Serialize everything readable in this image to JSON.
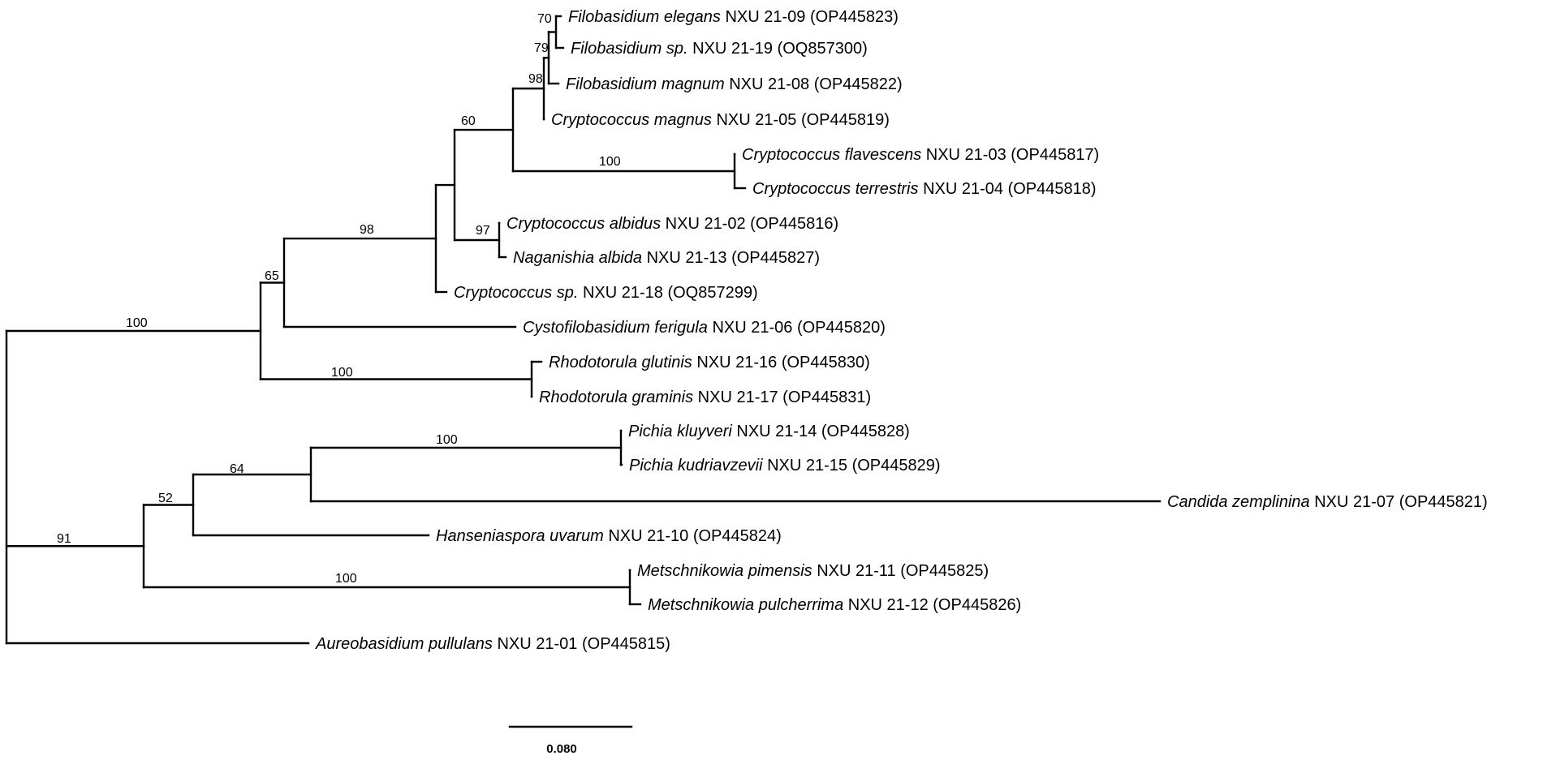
{
  "colors": {
    "line": "#000000",
    "text": "#000000",
    "background": "#ffffff"
  },
  "taxa": [
    {
      "species": "Filobasidium elegans",
      "strain": "NXU 21-09",
      "accession": "(OP445823)"
    },
    {
      "species": "Filobasidium sp.",
      "strain": "NXU 21-19",
      "accession": "(OQ857300)"
    },
    {
      "species": "Filobasidium magnum",
      "strain": "NXU 21-08",
      "accession": "(OP445822)"
    },
    {
      "species": "Cryptococcus magnus",
      "strain": "NXU 21-05",
      "accession": "(OP445819)"
    },
    {
      "species": "Cryptococcus flavescens",
      "strain": "NXU 21-03",
      "accession": "(OP445817)"
    },
    {
      "species": "Cryptococcus terrestris",
      "strain": "NXU 21-04",
      "accession": "(OP445818)"
    },
    {
      "species": "Cryptococcus albidus",
      "strain": "NXU 21-02",
      "accession": "(OP445816)"
    },
    {
      "species": "Naganishia albida",
      "strain": "NXU 21-13",
      "accession": "(OP445827)"
    },
    {
      "species": "Cryptococcus sp.",
      "strain": "NXU 21-18",
      "accession": "(OQ857299)"
    },
    {
      "species": "Cystofilobasidium ferigula",
      "strain": "NXU 21-06",
      "accession": "(OP445820)"
    },
    {
      "species": "Rhodotorula glutinis",
      "strain": "NXU 21-16",
      "accession": "(OP445830)"
    },
    {
      "species": "Rhodotorula graminis",
      "strain": "NXU 21-17",
      "accession": "(OP445831)"
    },
    {
      "species": "Pichia kluyveri",
      "strain": "NXU 21-14",
      "accession": "(OP445828)"
    },
    {
      "species": "Pichia kudriavzevii",
      "strain": "NXU 21-15",
      "accession": "(OP445829)"
    },
    {
      "species": "Candida zemplinina",
      "strain": "NXU 21-07",
      "accession": "(OP445821)"
    },
    {
      "species": "Hanseniaspora uvarum",
      "strain": "NXU 21-10",
      "accession": "(OP445824)"
    },
    {
      "species": "Metschnikowia pimensis",
      "strain": "NXU 21-11",
      "accession": "(OP445825)"
    },
    {
      "species": "Metschnikowia pulcherrima",
      "strain": "NXU 21-12",
      "accession": "(OP445826)"
    },
    {
      "species": "Aureobasidium pullulans",
      "strain": "NXU 21-01",
      "accession": "(OP445815)"
    }
  ],
  "bootstrap": [
    {
      "clade": "f-elegans-sp",
      "value": "70"
    },
    {
      "clade": "filobasidium-core",
      "value": "79"
    },
    {
      "clade": "filobasidium-magnus",
      "value": "98"
    },
    {
      "clade": "flavescens-terrestris",
      "value": "100"
    },
    {
      "clade": "filo-crypto",
      "value": "60"
    },
    {
      "clade": "albidus-naganishia",
      "value": "97"
    },
    {
      "clade": "tremellomycete-core",
      "value": "98"
    },
    {
      "clade": "with-cystofilobasidium",
      "value": "65"
    },
    {
      "clade": "rhodotorula",
      "value": "100"
    },
    {
      "clade": "basidiomycota",
      "value": "100"
    },
    {
      "clade": "pichia",
      "value": "100"
    },
    {
      "clade": "pichia-candida",
      "value": "64"
    },
    {
      "clade": "with-hanseniaspora",
      "value": "52"
    },
    {
      "clade": "metschnikowia",
      "value": "100"
    },
    {
      "clade": "saccharomycetes",
      "value": "91"
    }
  ],
  "scale_bar": {
    "label": "0.080"
  }
}
